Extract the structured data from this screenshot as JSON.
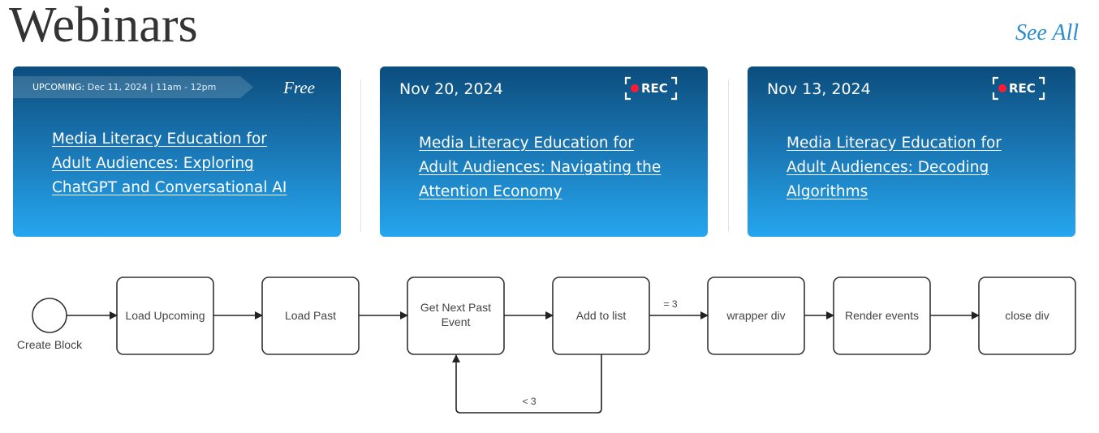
{
  "header": {
    "title": "Webinars",
    "see_all": "See All"
  },
  "cards": [
    {
      "upcoming_label": "UPCOMING:",
      "upcoming_value": "Dec 11, 2024 | 11am - 12pm",
      "price": "Free",
      "title": "Media Literacy Education for Adult Audiences: Exploring ChatGPT and Conversational AI"
    },
    {
      "date": "Nov 20, 2024",
      "badge": "REC",
      "title": "Media Literacy Education for Adult Audiences: Navigating the Attention Economy"
    },
    {
      "date": "Nov 13, 2024",
      "badge": "REC",
      "title": "Media Literacy Education for Adult Audiences: Decoding Algorithms"
    }
  ],
  "flow": {
    "start": "Create Block",
    "nodes": [
      {
        "line1": "Load Upcoming"
      },
      {
        "line1": "Load Past"
      },
      {
        "line1": "Get Next Past",
        "line2": "Event"
      },
      {
        "line1": "Add to list"
      },
      {
        "line1": "wrapper div"
      },
      {
        "line1": "Render events"
      },
      {
        "line1": "close div"
      }
    ],
    "edges": {
      "forward": "= 3",
      "loop": "< 3"
    }
  },
  "colors": {
    "accent": "#2a8ecb",
    "card_top": "#0c4d7d",
    "card_bottom": "#25a6ef",
    "rec_dot": "#ff1b35"
  },
  "icons": {
    "rec": "rec-camera-frame-icon"
  }
}
